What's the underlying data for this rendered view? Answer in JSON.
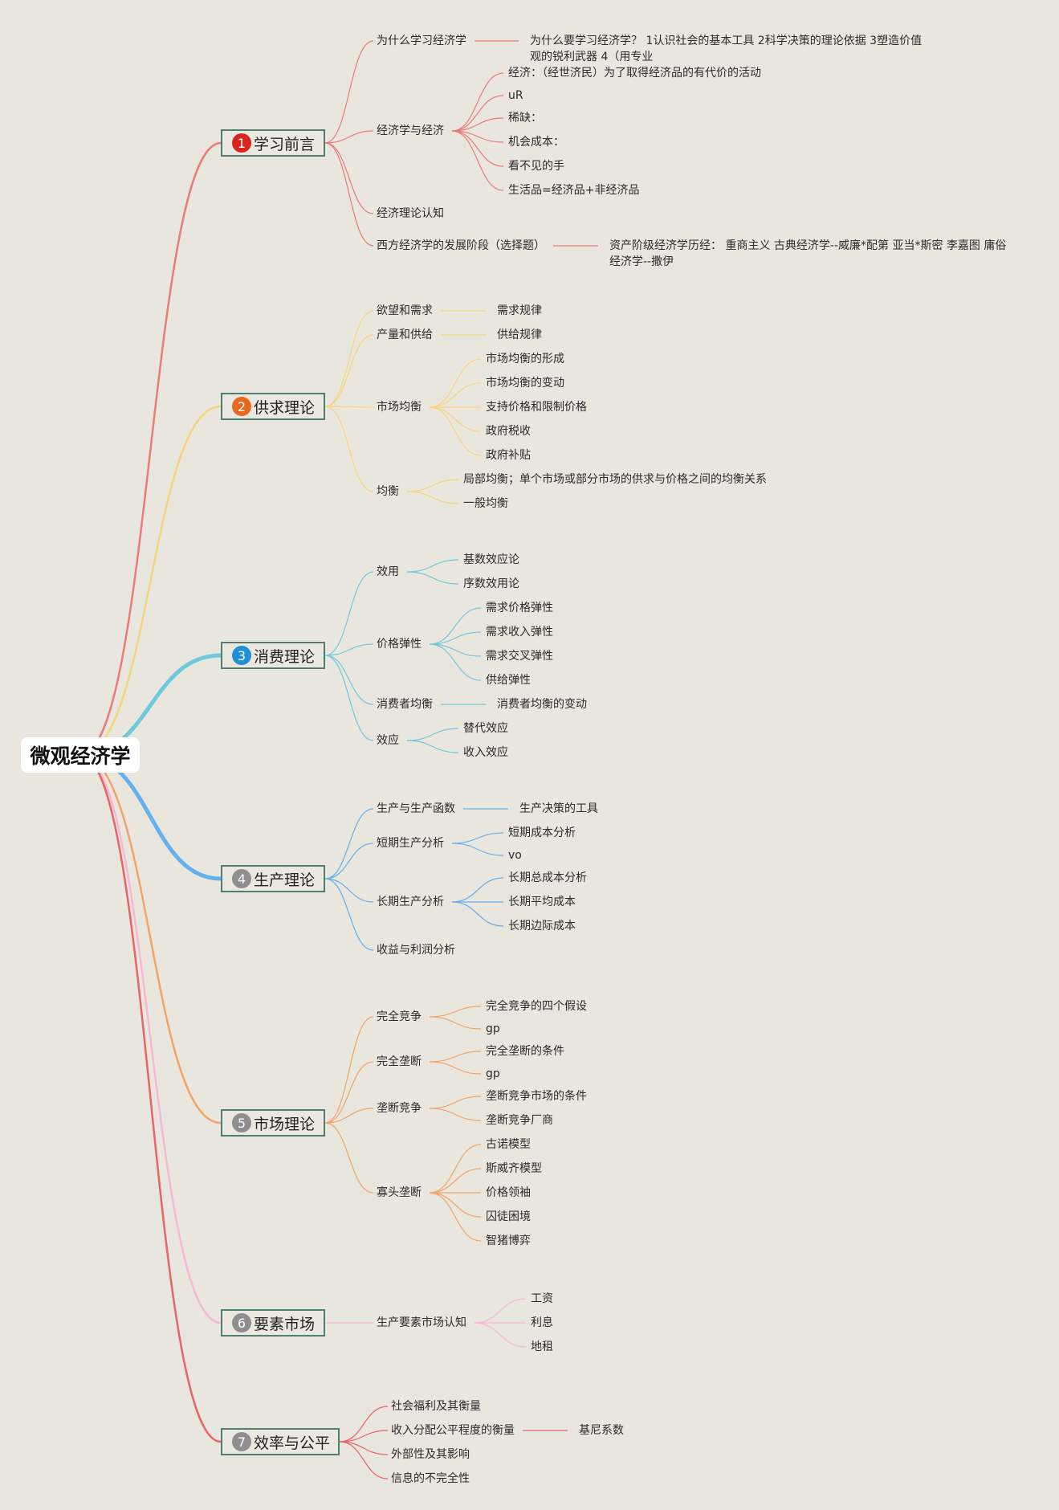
{
  "root": {
    "label": "微观经济学"
  },
  "branches": [
    {
      "num": "1",
      "label": "学习前言",
      "badge_color": "#d9261c",
      "line_color": "#ea7b7b",
      "children": [
        {
          "label": "为什么学习经济学",
          "children": [
            {
              "label": "为什么要学习经济学？ 1认识社会的基本工具 2科学决策的理论依据 3塑造价值观的锐利武器 4（用专业"
            }
          ]
        },
        {
          "label": "经济学与经济",
          "children": [
            {
              "label": "经济：（经世济民）为了取得经济品的有代价的活动"
            },
            {
              "label": "uR"
            },
            {
              "label": "稀缺："
            },
            {
              "label": "机会成本："
            },
            {
              "label": "看不见的手"
            },
            {
              "label": "生活品=经济品+非经济品"
            }
          ]
        },
        {
          "label": "经济理论认知"
        },
        {
          "label": "西方经济学的发展阶段（选择题）",
          "children": [
            {
              "label": "资产阶级经济学历经： 重商主义 古典经济学--威廉*配第 亚当*斯密 李嘉图 庸俗经济学--撒伊"
            }
          ]
        }
      ]
    },
    {
      "num": "2",
      "label": "供求理论",
      "badge_color": "#e8681f",
      "line_color": "#f6d47d",
      "children": [
        {
          "label": "欲望和需求",
          "children": [
            {
              "label": "需求规律"
            }
          ]
        },
        {
          "label": "产量和供给",
          "children": [
            {
              "label": "供给规律"
            }
          ]
        },
        {
          "label": "市场均衡",
          "children": [
            {
              "label": "市场均衡的形成"
            },
            {
              "label": "市场均衡的变动"
            },
            {
              "label": "支持价格和限制价格"
            },
            {
              "label": "政府税收"
            },
            {
              "label": "政府补贴"
            }
          ]
        },
        {
          "label": "均衡",
          "children": [
            {
              "label": "局部均衡；单个市场或部分市场的供求与价格之间的均衡关系"
            },
            {
              "label": "一般均衡"
            }
          ]
        }
      ]
    },
    {
      "num": "3",
      "label": "消费理论",
      "badge_color": "#1f8fd6",
      "line_color": "#6ec9dc",
      "children": [
        {
          "label": "效用",
          "children": [
            {
              "label": "基数效应论"
            },
            {
              "label": "序数效用论"
            }
          ]
        },
        {
          "label": "价格弹性",
          "children": [
            {
              "label": "需求价格弹性"
            },
            {
              "label": "需求收入弹性"
            },
            {
              "label": "需求交叉弹性"
            },
            {
              "label": "供给弹性"
            }
          ]
        },
        {
          "label": "消费者均衡",
          "children": [
            {
              "label": "消费者均衡的变动"
            }
          ]
        },
        {
          "label": "效应",
          "children": [
            {
              "label": "替代效应"
            },
            {
              "label": "收入效应"
            }
          ]
        }
      ]
    },
    {
      "num": "4",
      "label": "生产理论",
      "badge_color": "#8e8e8e",
      "line_color": "#64b1ee",
      "children": [
        {
          "label": "生产与生产函数",
          "children": [
            {
              "label": "生产决策的工具"
            }
          ]
        },
        {
          "label": "短期生产分析",
          "children": [
            {
              "label": "短期成本分析"
            },
            {
              "label": "vo"
            }
          ]
        },
        {
          "label": "长期生产分析",
          "children": [
            {
              "label": "长期总成本分析"
            },
            {
              "label": "长期平均成本"
            },
            {
              "label": "长期边际成本"
            }
          ]
        },
        {
          "label": "收益与利润分析"
        }
      ]
    },
    {
      "num": "5",
      "label": "市场理论",
      "badge_color": "#8e8e8e",
      "line_color": "#f0a46a",
      "children": [
        {
          "label": "完全竞争",
          "children": [
            {
              "label": "完全竞争的四个假设"
            },
            {
              "label": "gp"
            }
          ]
        },
        {
          "label": "完全垄断",
          "children": [
            {
              "label": "完全垄断的条件"
            },
            {
              "label": "gp"
            }
          ]
        },
        {
          "label": "垄断竞争",
          "children": [
            {
              "label": "垄断竞争市场的条件"
            },
            {
              "label": "垄断竞争厂商"
            }
          ]
        },
        {
          "label": "寡头垄断",
          "children": [
            {
              "label": "古诺模型"
            },
            {
              "label": "斯威齐模型"
            },
            {
              "label": "价格领袖"
            },
            {
              "label": "囚徒困境"
            },
            {
              "label": "智猪博弈"
            }
          ]
        }
      ]
    },
    {
      "num": "6",
      "label": "要素市场",
      "badge_color": "#8e8e8e",
      "line_color": "#f6b9d4",
      "children": [
        {
          "label": "生产要素市场认知",
          "children": [
            {
              "label": "工资"
            },
            {
              "label": "利息"
            },
            {
              "label": "地租"
            }
          ]
        }
      ]
    },
    {
      "num": "7",
      "label": "效率与公平",
      "badge_color": "#8e8e8e",
      "line_color": "#e9636b",
      "children": [
        {
          "label": "社会福利及其衡量"
        },
        {
          "label": "收入分配公平程度的衡量",
          "children": [
            {
              "label": "基尼系数"
            }
          ]
        },
        {
          "label": "外部性及其影响"
        },
        {
          "label": "信息的不完全性"
        }
      ]
    }
  ]
}
